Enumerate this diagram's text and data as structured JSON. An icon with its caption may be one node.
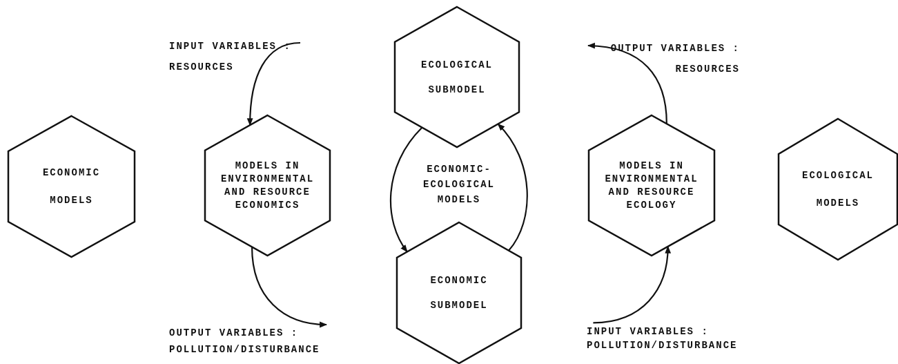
{
  "diagram": {
    "nodes": [
      {
        "text": [
          "ECONOMIC MODELS"
        ]
      },
      {
        "text": [
          "INPUT VARIABLES : RESOURCES"
        ]
      },
      {
        "text": [
          "MODELS IN ENVIRONMENTAL AND RESOURCE ECONOMICS"
        ]
      },
      {
        "text": [
          "OUTPUT VARIABLES : POLLUTION/DISTURBANCE"
        ]
      },
      {
        "text": [
          "ECOLOGICAL SUBMODEL"
        ]
      },
      {
        "text": [
          "ECONOMIC- ECOLOGICAL MODELS"
        ]
      },
      {
        "text": [
          "ECONOMIC SUBMODEL"
        ]
      },
      {
        "text": [
          "OUTPUT VARIABLES : RESOURCES"
        ]
      },
      {
        "text": [
          "MODELS IN ENVIRONMENTAL AND RESOURCE ECOLOGY"
        ]
      },
      {
        "text": [
          "INPUT VARIABLES : POLLUTION/DISTURBANCE"
        ]
      },
      {
        "text": [
          "ECOLOGICAL MODELS"
        ]
      }
    ],
    "edges": [
      {
        "from": 1,
        "to": 2,
        "arrow": "to"
      },
      {
        "from": 2,
        "to": 3,
        "arrow": "to"
      },
      {
        "from": 4,
        "to": 6,
        "arrow": "to"
      },
      {
        "from": 6,
        "to": 4,
        "arrow": "to"
      },
      {
        "from": 8,
        "to": 7,
        "arrow": "to"
      },
      {
        "from": 9,
        "to": 8,
        "arrow": "to"
      }
    ]
  }
}
